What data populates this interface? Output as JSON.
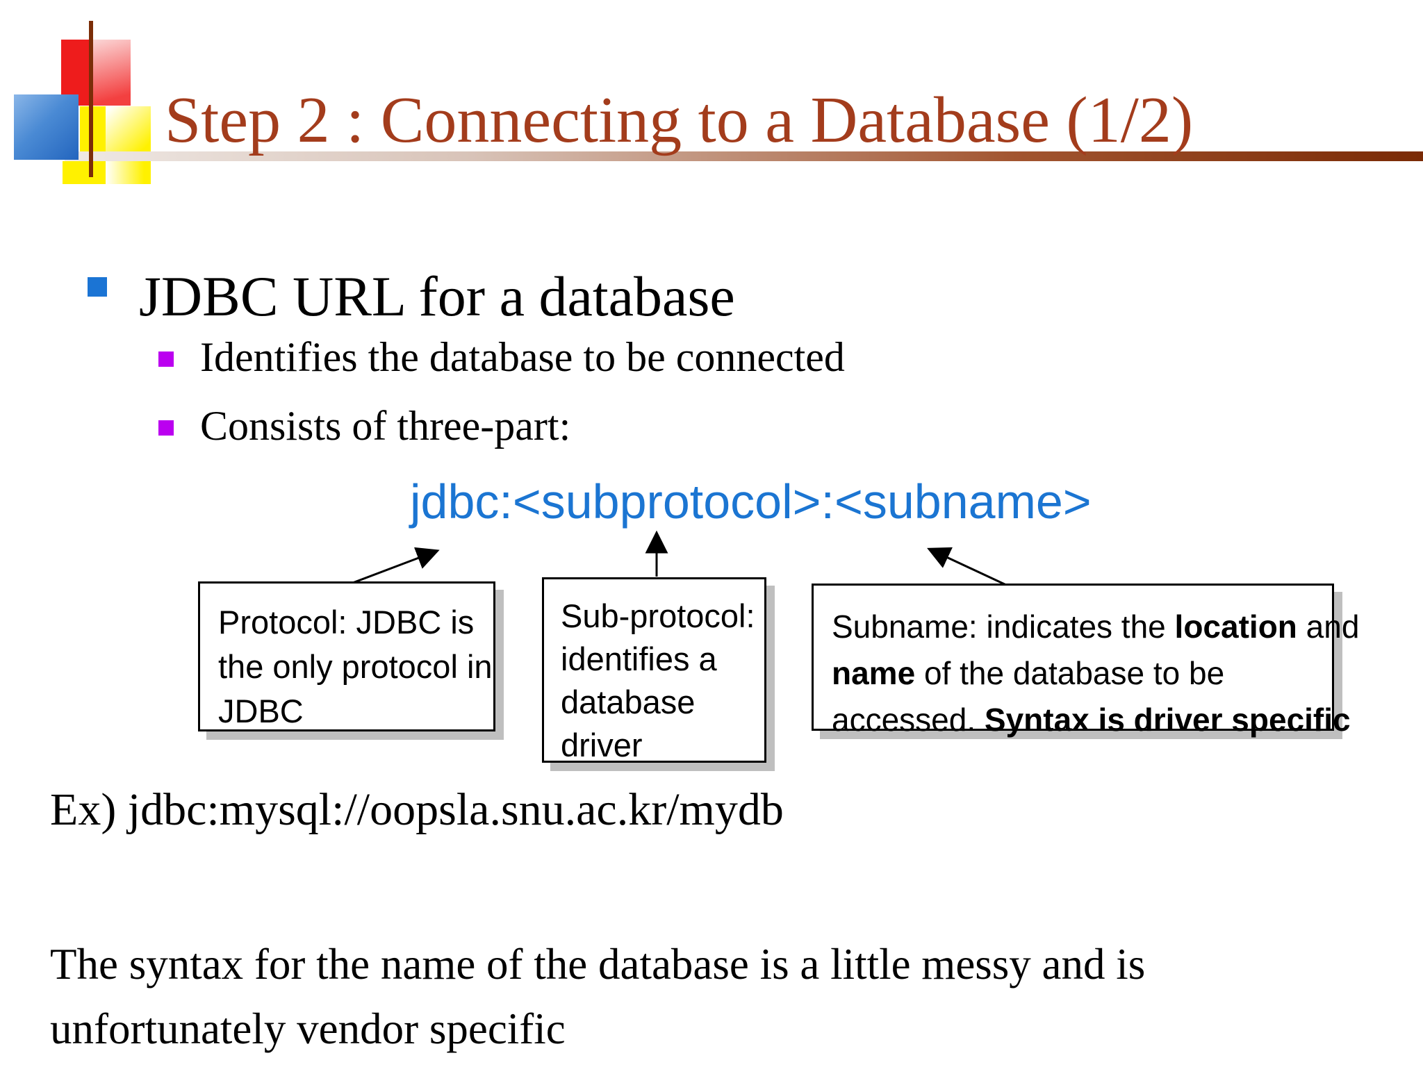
{
  "slide": {
    "title": "Step 2 : Connecting to a Database (1/2)",
    "bullets": {
      "main": "JDBC URL for a database",
      "sub1": "Identifies the database to be connected",
      "sub2": "Consists of three-part:"
    },
    "url_syntax": "jdbc:<subprotocol>:<subname>",
    "callouts": {
      "protocol": {
        "lines": [
          "Protocol: JDBC is",
          "the only protocol in",
          "JDBC"
        ]
      },
      "subprotocol": {
        "lines": [
          "Sub-protocol:",
          "identifies a",
          "database",
          "driver"
        ]
      },
      "subname": {
        "lines": [
          {
            "pre": "Subname: indicates the ",
            "bold": "location",
            "post": " and"
          },
          {
            "pre": "",
            "bold": "name",
            "post": " of the database to be"
          },
          {
            "pre": "accessed. ",
            "bold": "Syntax is driver specific",
            "post": ""
          }
        ]
      }
    },
    "example": "Ex) jdbc:mysql://oopsla.snu.ac.kr/mydb",
    "footer_line1": "The syntax for the name of the database is a little messy and is",
    "footer_line2": "unfortunately vendor specific"
  },
  "colors": {
    "title": "#a33c1c",
    "rule_dark": "#7a2a05",
    "main_bullet": "#1b74d4",
    "sub_bullet": "#bb00f0",
    "url_text": "#1b75d2",
    "logo_red": "#ee1c1c",
    "logo_blue": "#2365be",
    "logo_yellow": "#fff100",
    "box_shadow": "#bfbfbf"
  }
}
